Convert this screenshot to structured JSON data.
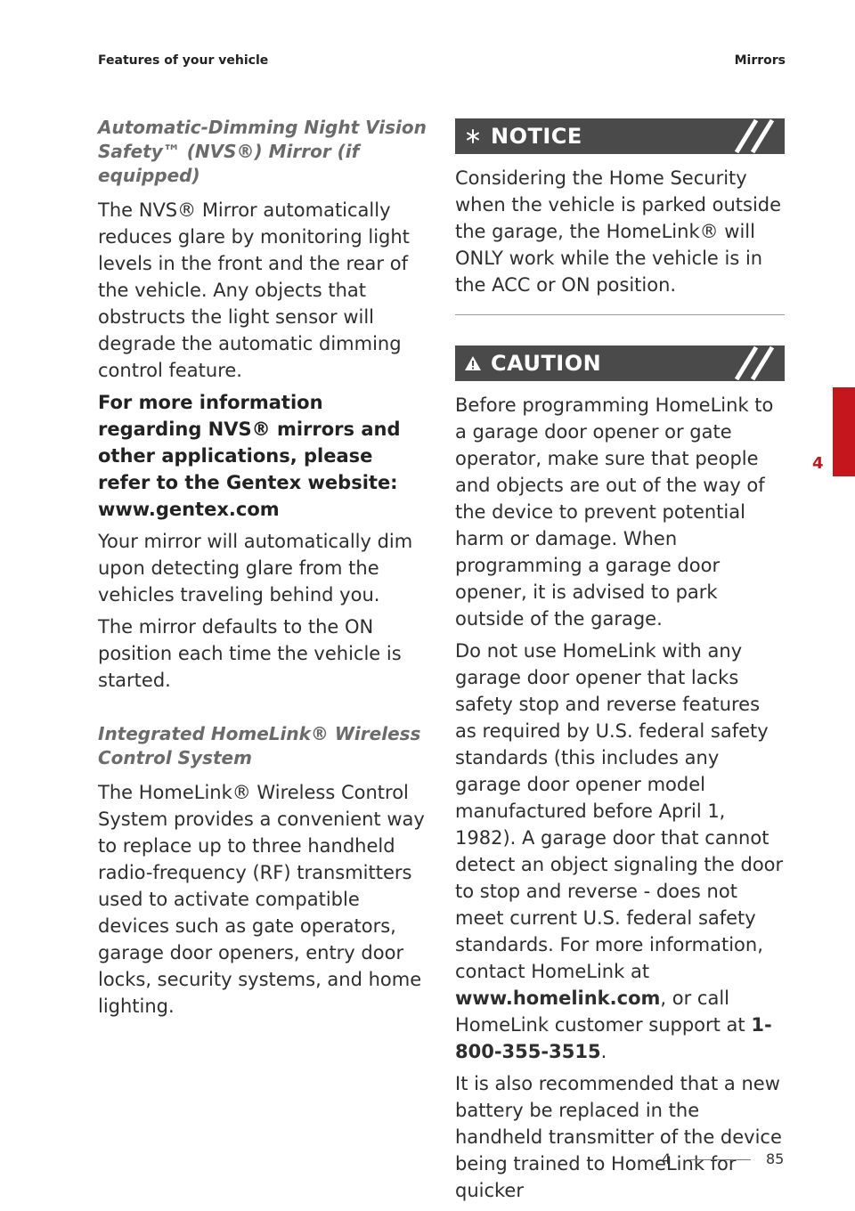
{
  "header": {
    "left": "Features of your vehicle",
    "right": "Mirrors"
  },
  "left_column": {
    "section1_heading": "Automatic-Dimming Night Vision Safety™ (NVS®) Mirror (if equipped)",
    "para1": "The NVS® Mirror automatically reduces glare by monitoring light levels in the front and the rear of the vehicle. Any objects that obstructs the light sensor will degrade the automatic dimming control feature.",
    "para2_bold": "For more information regarding NVS® mirrors and other applications, please refer to the Gentex website: www.gentex.com",
    "para3": "Your mirror will automatically dim upon detecting glare from the vehicles traveling behind you.",
    "para4": "The mirror defaults to the ON position each time the vehicle is started.",
    "section2_heading": "Integrated HomeLink® Wireless Control System",
    "para5": "The HomeLink® Wireless Control System provides a convenient way to replace up to three handheld radio-frequency (RF) transmitters used to activate compatible devices such as gate operators, garage door openers, entry door locks, security systems, and home lighting."
  },
  "notice": {
    "title": "NOTICE",
    "icon": "asterisk-icon",
    "text": "Considering the Home Security when the vehicle is parked outside the garage, the HomeLink® will ONLY work while the vehicle is in the ACC or ON position."
  },
  "caution": {
    "title": "CAUTION",
    "icon": "warning-triangle-icon",
    "para1": "Before programming HomeLink to a garage door opener or gate operator, make sure that people and objects are out of the way of the device to prevent potential harm or damage. When programming a garage door opener, it is advised to park outside of the garage.",
    "para2_a": "Do not use HomeLink with any garage door opener that lacks safety stop and reverse features as required by U.S. federal safety standards (this includes any garage door opener model manufactured before April 1, 1982). A garage door that cannot detect an object signaling the door to stop and reverse - does not meet current U.S. federal safety standards. For more information, contact HomeLink at ",
    "para2_link": "www.homelink.com",
    "para2_b": ", or call HomeLink customer support at ",
    "para2_phone": "1-800-355-3515",
    "para2_c": ".",
    "para3": "It is also recommended that a new battery be replaced in the handheld transmitter of the device being trained to HomeLink for quicker"
  },
  "side_tab": {
    "chapter": "4",
    "color": "#c4161c"
  },
  "footer": {
    "chapter": "4",
    "page": "85"
  },
  "colors": {
    "banner_bg": "#4a4a4a",
    "accent_red": "#c4161c"
  }
}
